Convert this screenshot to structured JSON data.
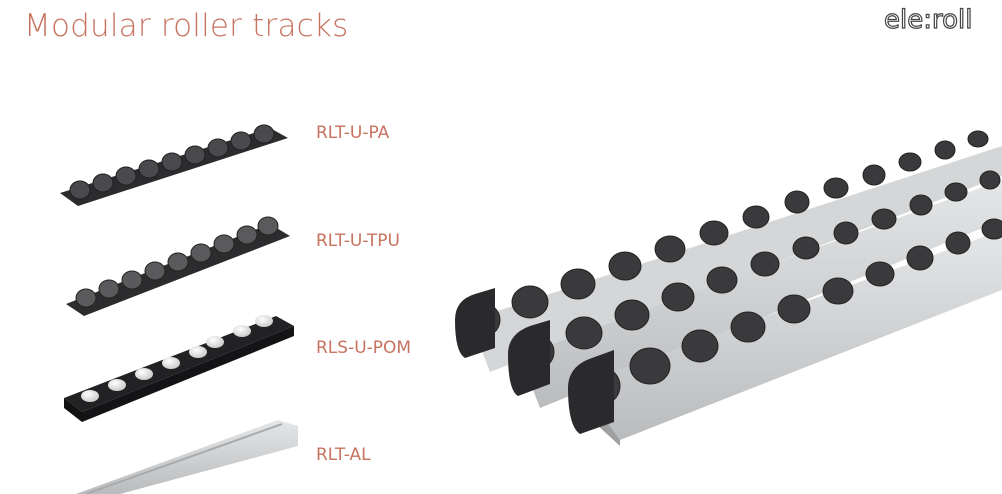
{
  "title": "Modular roller tracks",
  "logo_text": "ele:roll",
  "products": [
    {
      "label": "RLT-U-PA",
      "icon": "roller-track-pa-image"
    },
    {
      "label": "RLT-U-TPU",
      "icon": "roller-track-tpu-image"
    },
    {
      "label": "RLS-U-POM",
      "icon": "roller-strip-pom-image"
    },
    {
      "label": "RLT-AL",
      "icon": "aluminium-profile-image"
    }
  ],
  "colors": {
    "accent": "#c7735f",
    "roller": "#3a3a3c",
    "profile": "#c9cbcc"
  }
}
